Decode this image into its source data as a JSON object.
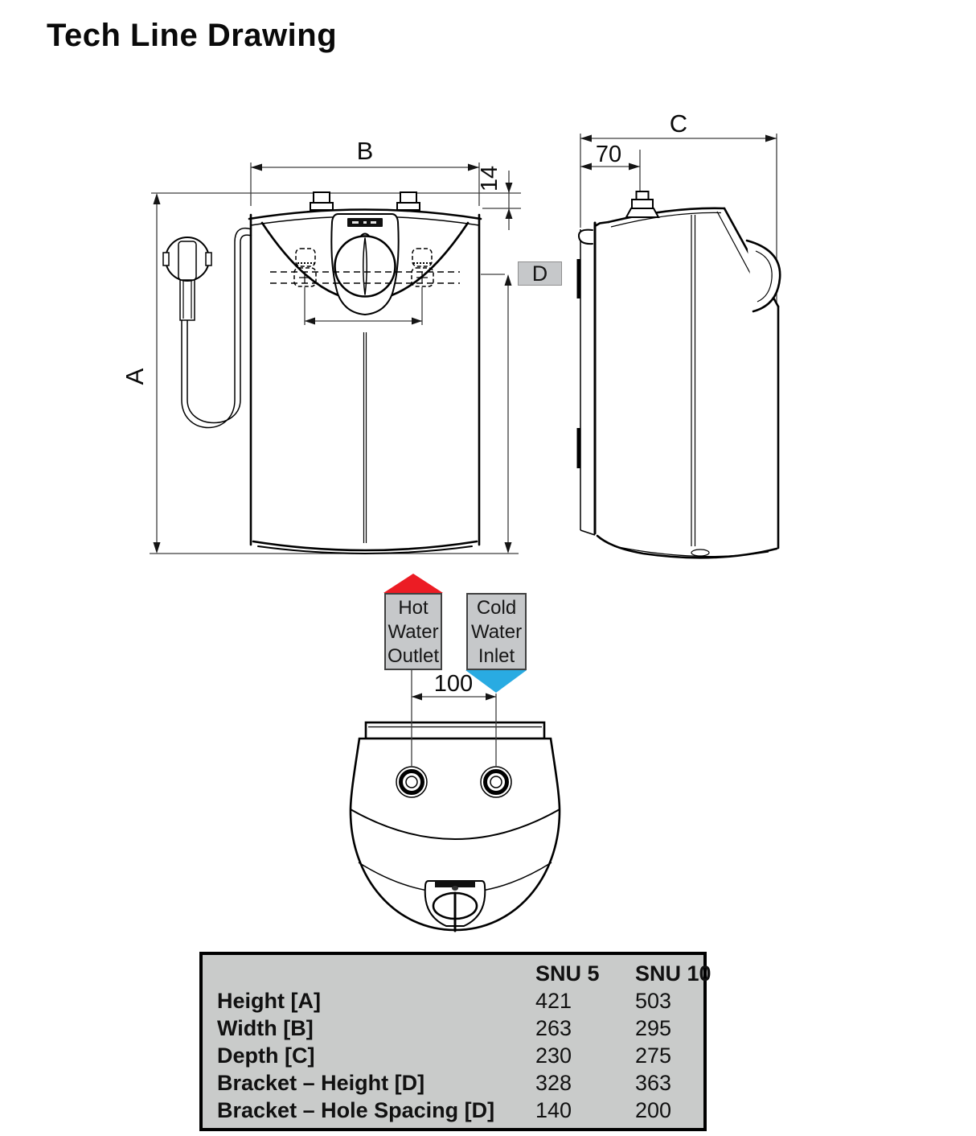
{
  "title": "Tech Line Drawing",
  "drawing": {
    "dim_height": "A",
    "dim_width": "B",
    "dim_depth": "C",
    "dim_bracket": "D",
    "dim_stud_height": "14",
    "dim_stud_offset": "70",
    "dim_pipe_spacing": "100",
    "hot_label": "Hot Water Outlet",
    "cold_label": "Cold Water Inlet",
    "colors": {
      "hot_arrow": "#ec1c24",
      "cold_arrow": "#29abe2",
      "callout_bg": "#c6c8ca",
      "table_bg": "#c9cbca"
    }
  },
  "table": {
    "col_headers": [
      "SNU 5",
      "SNU 10"
    ],
    "rows": [
      {
        "label": "Height [A]",
        "snu5": "421",
        "snu10": "503"
      },
      {
        "label": "Width [B]",
        "snu5": "263",
        "snu10": "295"
      },
      {
        "label": "Depth [C]",
        "snu5": "230",
        "snu10": "275"
      },
      {
        "label": "Bracket – Height [D]",
        "snu5": "328",
        "snu10": "363"
      },
      {
        "label": "Bracket – Hole Spacing [D]",
        "snu5": "140",
        "snu10": "200"
      }
    ]
  }
}
